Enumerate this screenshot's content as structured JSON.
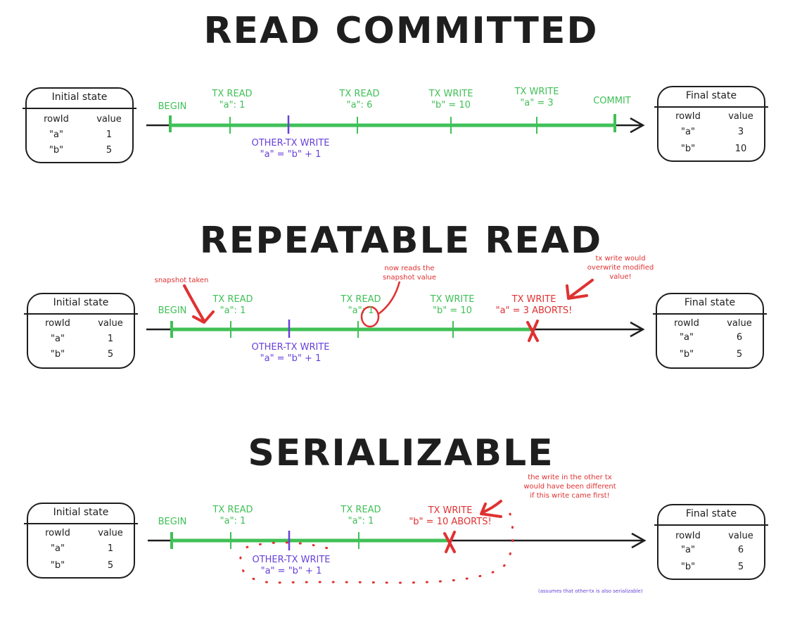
{
  "colors": {
    "tx": "#40c057",
    "other": "#6741d9",
    "annotation": "#e03131",
    "ink": "#1e1e1e"
  },
  "table_headers": {
    "rowId": "rowId",
    "value": "value"
  },
  "sections": [
    {
      "title": "READ COMMITTED",
      "initial": {
        "title": "Initial state",
        "rows": [
          {
            "id": "\"a\"",
            "value": "1"
          },
          {
            "id": "\"b\"",
            "value": "5"
          }
        ]
      },
      "final": {
        "title": "Final state",
        "rows": [
          {
            "id": "\"a\"",
            "value": "3"
          },
          {
            "id": "\"b\"",
            "value": "10"
          }
        ]
      },
      "events": {
        "begin": "BEGIN",
        "read1": {
          "title": "TX READ",
          "detail": "\"a\": 1"
        },
        "other": {
          "title": "OTHER-TX WRITE",
          "detail": "\"a\" = \"b\" + 1"
        },
        "read2": {
          "title": "TX READ",
          "detail": "\"a\": 6"
        },
        "write1": {
          "title": "TX WRITE",
          "detail": "\"b\" = 10"
        },
        "write2": {
          "title": "TX WRITE",
          "detail": "\"a\" = 3"
        },
        "commit": "COMMIT"
      }
    },
    {
      "title": "REPEATABLE READ",
      "initial": {
        "title": "Initial state",
        "rows": [
          {
            "id": "\"a\"",
            "value": "1"
          },
          {
            "id": "\"b\"",
            "value": "5"
          }
        ]
      },
      "final": {
        "title": "Final state",
        "rows": [
          {
            "id": "\"a\"",
            "value": "6"
          },
          {
            "id": "\"b\"",
            "value": "5"
          }
        ]
      },
      "events": {
        "begin": "BEGIN",
        "read1": {
          "title": "TX READ",
          "detail": "\"a\": 1"
        },
        "other": {
          "title": "OTHER-TX WRITE",
          "detail": "\"a\" = \"b\" + 1"
        },
        "read2": {
          "title": "TX READ",
          "detail": "\"a\": 1"
        },
        "write1": {
          "title": "TX WRITE",
          "detail": "\"b\" = 10"
        },
        "write2": {
          "title": "TX WRITE",
          "detail": "\"a\" = 3 ABORTS!"
        }
      },
      "notes": {
        "snapshot": "snapshot taken",
        "reads_snapshot": [
          "now reads the",
          "snapshot value"
        ],
        "overwrite": [
          "tx write would",
          "overwrite modified",
          "value!"
        ]
      }
    },
    {
      "title": "SERIALIZABLE",
      "initial": {
        "title": "Initial state",
        "rows": [
          {
            "id": "\"a\"",
            "value": "1"
          },
          {
            "id": "\"b\"",
            "value": "5"
          }
        ]
      },
      "final": {
        "title": "Final state",
        "rows": [
          {
            "id": "\"a\"",
            "value": "6"
          },
          {
            "id": "\"b\"",
            "value": "5"
          }
        ]
      },
      "events": {
        "begin": "BEGIN",
        "read1": {
          "title": "TX READ",
          "detail": "\"a\": 1"
        },
        "other": {
          "title": "OTHER-TX WRITE",
          "detail": "\"a\" = \"b\" + 1"
        },
        "read2": {
          "title": "TX READ",
          "detail": "\"a\": 1"
        },
        "write1": {
          "title": "TX WRITE",
          "detail": "\"b\" = 10 ABORTS!"
        }
      },
      "notes": {
        "different": [
          "the write in the other tx",
          "would have been different",
          "if this write came first!"
        ],
        "footnote": "(assumes that other-tx is also serializable)"
      }
    }
  ]
}
